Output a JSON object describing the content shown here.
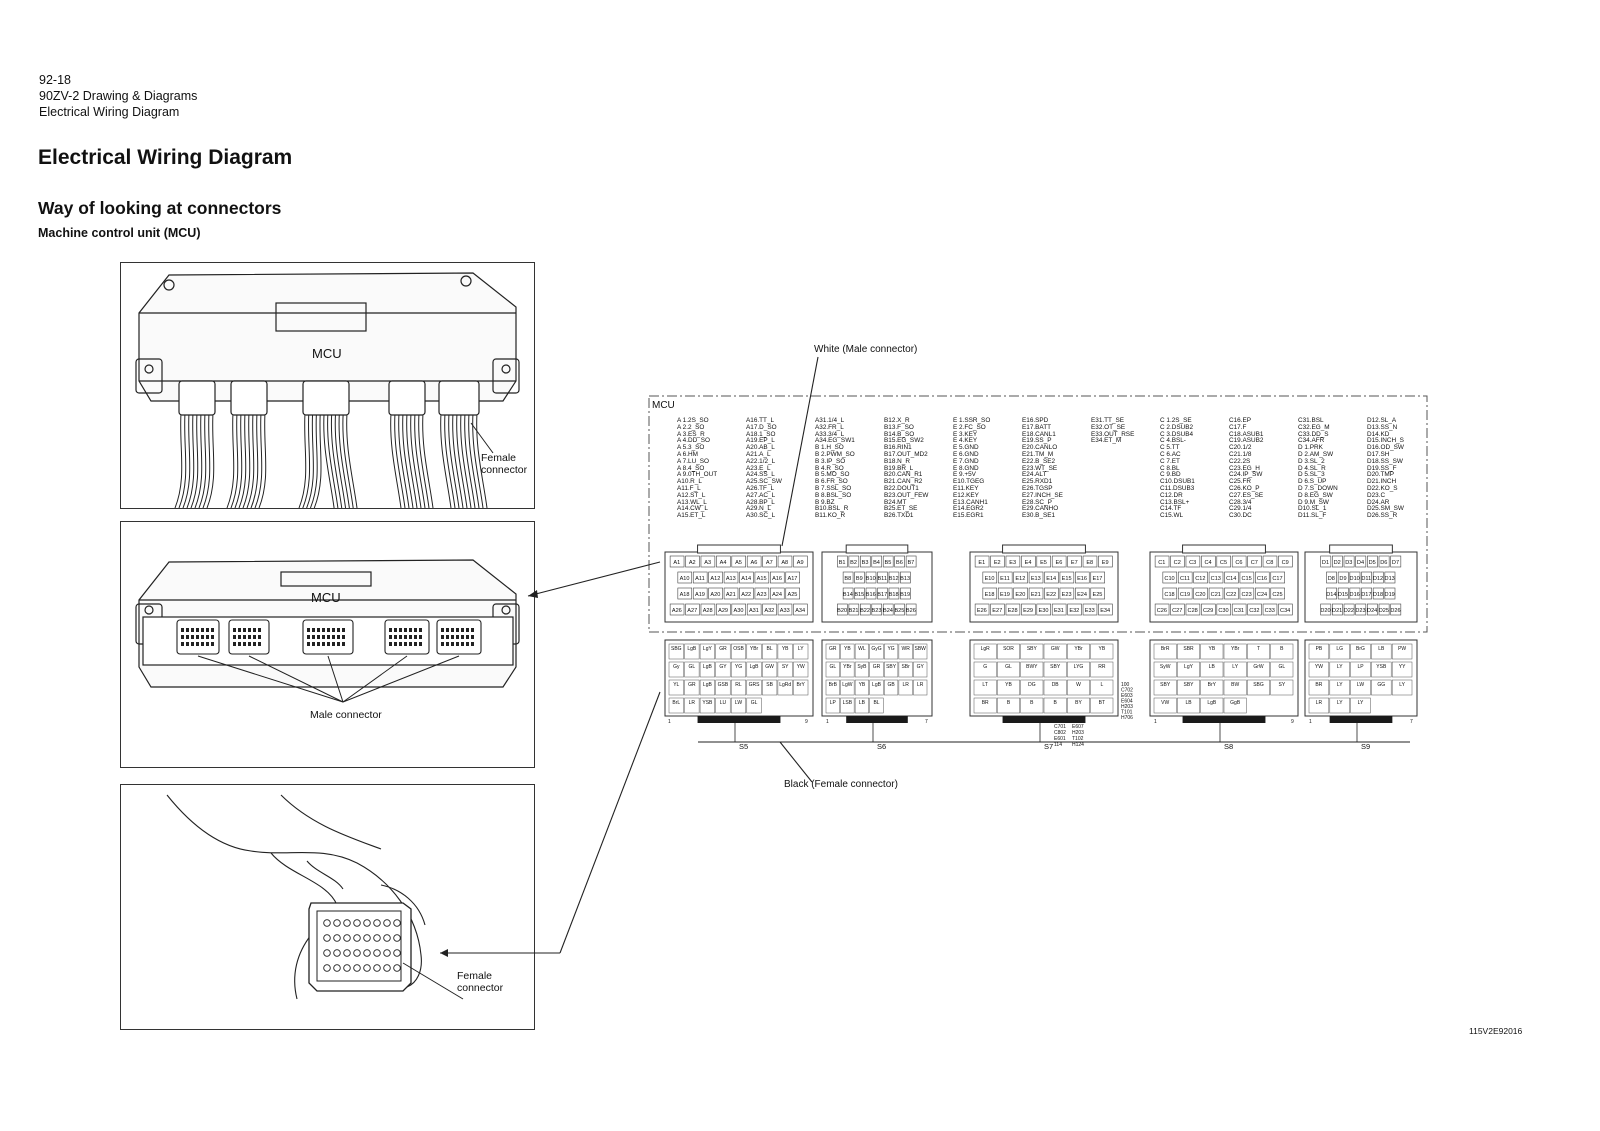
{
  "header": {
    "page_number": "92-18",
    "document_title": "90ZV-2 Drawing & Diagrams",
    "section_title": "Electrical Wiring Diagram"
  },
  "main_title": "Electrical Wiring Diagram",
  "subtitle": "Way of looking at connectors",
  "unit_title": "Machine control unit (MCU)",
  "panels": {
    "top": {
      "unit_label": "MCU",
      "callout": [
        "Female",
        "connector"
      ]
    },
    "middle": {
      "unit_label": "MCU",
      "callout": "Male connector"
    },
    "bottom": {
      "callout": [
        "Female",
        "connector"
      ]
    }
  },
  "diagram": {
    "box_label": "MCU",
    "white_label": "White (Male connector)",
    "black_label": "Black (Female connector)",
    "connector_labels": [
      "S5",
      "S6",
      "S7",
      "S8",
      "S9"
    ],
    "pin_tables": [
      [
        "A 1.2S_SO",
        "A 2.2_SO",
        "A 3.ES_R",
        "A 4.DD_SO",
        "A 5.3_SO",
        "A 6.HM",
        "A 7.LU_SO",
        "A 8.4_SO",
        "A 9.0TH_OUT",
        "A10.R_L",
        "A11.F_L",
        "A12.ST_L",
        "A13.WL_L",
        "A14.CW_L",
        "A15.ET_L"
      ],
      [
        "A16.TT_L",
        "A17.D_SO",
        "A18.1_SO",
        "A19.EP_L",
        "A20.AB_L",
        "A21.A_L",
        "A22.1/2_L",
        "A23.E_L",
        "A24.SS_L",
        "A25.SC_SW",
        "A26.TF_L",
        "A27.AC_L",
        "A28.BP_L",
        "A29.N_L",
        "A30.SC_L"
      ],
      [
        "A31.1/4_L",
        "A32.FR_L",
        "A33.3/4_L",
        "A34.EG_SW1",
        "B 1.H_SO",
        "B 2.PWM_SO",
        "B 3.IP_SO",
        "B 4.R_SO",
        "B 5.MO_SO",
        "B 6.FR_SO",
        "B 7.SSL_SO",
        "B 8.BSL_SO",
        "B 9.BZ",
        "B10.BSL_R",
        "B11.KO_R"
      ],
      [
        "B12.X_R",
        "B13.F_SO",
        "B14.B_SO",
        "B15.EG_SW2",
        "B16.RIN1",
        "B17.OUT_MD2",
        "B18.N_R",
        "B19.BR_L",
        "B20.CAN_R1",
        "B21.CAN_R2",
        "B22.DOUT1",
        "B23.OUT_FEW",
        "B24.MT",
        "B25.ET_SE",
        "B26.TXD1"
      ],
      [
        "E 1.SSR_SO",
        "E 2.FC_SO",
        "E 3.KEY",
        "E 4.KEY",
        "E 5.GND",
        "E 6.GND",
        "E 7.GND",
        "E 8.GND",
        "E 9.+5V",
        "E10.TGEG",
        "E11.KEY",
        "E12.KEY",
        "E13.CANH1",
        "E14.EGR2",
        "E15.EGR1"
      ],
      [
        "E16.SPD",
        "E17.BATT",
        "E18.CANL1",
        "E19.SS_P",
        "E20.CANLO",
        "E21.TM_M",
        "E22.B_SE2",
        "E23.WT_SE",
        "E24.ALT",
        "E25.RXD1",
        "E26.TGSP",
        "E27.INCH_SE",
        "E28.SC_P",
        "E29.CANHO",
        "E30.B_SE1"
      ],
      [
        "E31.TT_SE",
        "E32.OT_SE",
        "E33.OUT_RSE",
        "E34.ET_M"
      ],
      [
        "C 1.2S_SE",
        "C 2.DSUB2",
        "C 3.DSUB4",
        "C 4.BSL-",
        "C 5.TT",
        "C 6.AC",
        "C 7.ET",
        "C 8.BL",
        "C 9.BD",
        "C10.DSUB1",
        "C11.DSUB3",
        "C12.DR",
        "C13.BSL+",
        "C14.TF",
        "C15.WL"
      ],
      [
        "C16.EP",
        "C17.F",
        "C18.ASUB1",
        "C19.ASUB2",
        "C20.1/2",
        "C21.1/8",
        "C22.2S",
        "C23.EG_H",
        "C24.IP_SW",
        "C25.FR",
        "C26.KO_P",
        "C27.ES_SE",
        "C28.3/4",
        "C29.1/4",
        "C30.DC"
      ],
      [
        "C31.BSL",
        "C32.EG_M",
        "C33.DD_S",
        "C34.AFR",
        "D 1.PRK",
        "D 2.AM_SW",
        "D 3.SL_2",
        "D 4.SL_R",
        "D 5.SL_3",
        "D 6.S_UP",
        "D 7.S_DOWN",
        "D 8.EG_SW",
        "D 9.M_SW",
        "D10.SL_1",
        "D11.SL_F"
      ],
      [
        "D12.SL_A",
        "D13.SS_N",
        "D14.KD",
        "D15.INCH_S",
        "D16.OD_SW",
        "D17.SH",
        "D18.SS_SW",
        "D19.SS_F",
        "D20.TMP",
        "D21.INCH",
        "D22.KO_S",
        "D23.C",
        "D24.AR",
        "D25.SM_SW",
        "D26.SS_R"
      ]
    ],
    "connectors": [
      {
        "rows": [
          [
            "A1",
            "A2",
            "A3",
            "A4",
            "A5",
            "A6",
            "A7",
            "A8",
            "A9"
          ],
          [
            "A10",
            "A11",
            "A12",
            "A13",
            "A14",
            "A15",
            "A16",
            "A17"
          ],
          [
            "A18",
            "A19",
            "A20",
            "A21",
            "A22",
            "A23",
            "A24",
            "A25"
          ],
          [
            "A26",
            "A27",
            "A28",
            "A29",
            "A30",
            "A31",
            "A32",
            "A33",
            "A34"
          ]
        ]
      },
      {
        "rows": [
          [
            "B1",
            "B2",
            "B3",
            "B4",
            "B5",
            "B6",
            "B7"
          ],
          [
            "B8",
            "B9",
            "B10",
            "B11",
            "B12",
            "B13"
          ],
          [
            "B14",
            "B15",
            "B16",
            "B17",
            "B18",
            "B19"
          ],
          [
            "B20",
            "B21",
            "B22",
            "B23",
            "B24",
            "B25",
            "B26"
          ]
        ]
      },
      {
        "rows": [
          [
            "E1",
            "E2",
            "E3",
            "E4",
            "E5",
            "E6",
            "E7",
            "E8",
            "E9"
          ],
          [
            "E10",
            "E11",
            "E12",
            "E13",
            "E14",
            "E15",
            "E16",
            "E17"
          ],
          [
            "E18",
            "E19",
            "E20",
            "E21",
            "E22",
            "E23",
            "E24",
            "E25"
          ],
          [
            "E26",
            "E27",
            "E28",
            "E29",
            "E30",
            "E31",
            "E32",
            "E33",
            "E34"
          ]
        ]
      },
      {
        "rows": [
          [
            "C1",
            "C2",
            "C3",
            "C4",
            "C5",
            "C6",
            "C7",
            "C8",
            "C9"
          ],
          [
            "C10",
            "C11",
            "C12",
            "C13",
            "C14",
            "C15",
            "C16",
            "C17"
          ],
          [
            "C18",
            "C19",
            "C20",
            "C21",
            "C22",
            "C23",
            "C24",
            "C25"
          ],
          [
            "C26",
            "C27",
            "C28",
            "C29",
            "C30",
            "C31",
            "C32",
            "C33",
            "C34"
          ]
        ]
      },
      {
        "rows": [
          [
            "D1",
            "D2",
            "D3",
            "D4",
            "D5",
            "D6",
            "D7"
          ],
          [
            "D8",
            "D9",
            "D10",
            "D11",
            "D12",
            "D13"
          ],
          [
            "D14",
            "D15",
            "D16",
            "D17",
            "D18",
            "D19"
          ],
          [
            "D20",
            "D21",
            "D22",
            "D23",
            "D24",
            "D25",
            "D26"
          ]
        ]
      }
    ],
    "wire_colors": {
      "S5": [
        "SBG",
        "LgB",
        "LgY",
        "GR",
        "OSB",
        "YBr",
        "BL",
        "YB",
        "LY",
        "Gy",
        "GL",
        "LgB",
        "GY",
        "YG",
        "LgB",
        "GW",
        "SY",
        "YW",
        "YL",
        "GR",
        "LgB",
        "GSB",
        "RL",
        "GRS",
        "SB",
        "LgRd",
        "BrY",
        "BrL",
        "LR",
        "YSB",
        "LU",
        "LW",
        "GL"
      ],
      "S6": [
        "GR",
        "YB",
        "WL",
        "GyG",
        "YG",
        "WR",
        "SBW",
        "GL",
        "YBr",
        "SyB",
        "GR",
        "SBY",
        "SBr",
        "GY",
        "BrB",
        "LgW",
        "YB",
        "LgB",
        "GB",
        "LR",
        "LR",
        "LP",
        "LSB",
        "LB",
        "BL"
      ],
      "S7": [
        "LgR",
        "SOR",
        "SBY",
        "GW",
        "YBr",
        "YB",
        "G",
        "GL",
        "BWY",
        "SBY",
        "LYG",
        "RR",
        "LT",
        "YB",
        "DG",
        "DB",
        "W",
        "L",
        "BR",
        "B",
        "B",
        "B",
        "BY",
        "BT"
      ],
      "S8": [
        "BrR",
        "SBR",
        "YB",
        "YBr",
        "T",
        "B",
        "SyW",
        "LgY",
        "LB",
        "LY",
        "GrW",
        "GL",
        "SBY",
        "SBY",
        "BrY",
        "BW",
        "SBG",
        "SY",
        "VW",
        "LB",
        "LgB",
        "GgB"
      ],
      "S9": [
        "PB",
        "LG",
        "BrG",
        "LB",
        "PW",
        "YW",
        "LY",
        "LP",
        "YSB",
        "YY",
        "BR",
        "LY",
        "LW",
        "GG",
        "LY",
        "LR",
        "LY",
        "LY"
      ]
    },
    "splice_refs": [
      "C701",
      "E607",
      "C802",
      "H203",
      "E601",
      "T102",
      "114",
      "H124"
    ],
    "side_refs": [
      "100",
      "C702",
      "E603",
      "E604",
      "H203",
      "T101",
      "H706"
    ]
  },
  "figure_code": "115V2E92016"
}
